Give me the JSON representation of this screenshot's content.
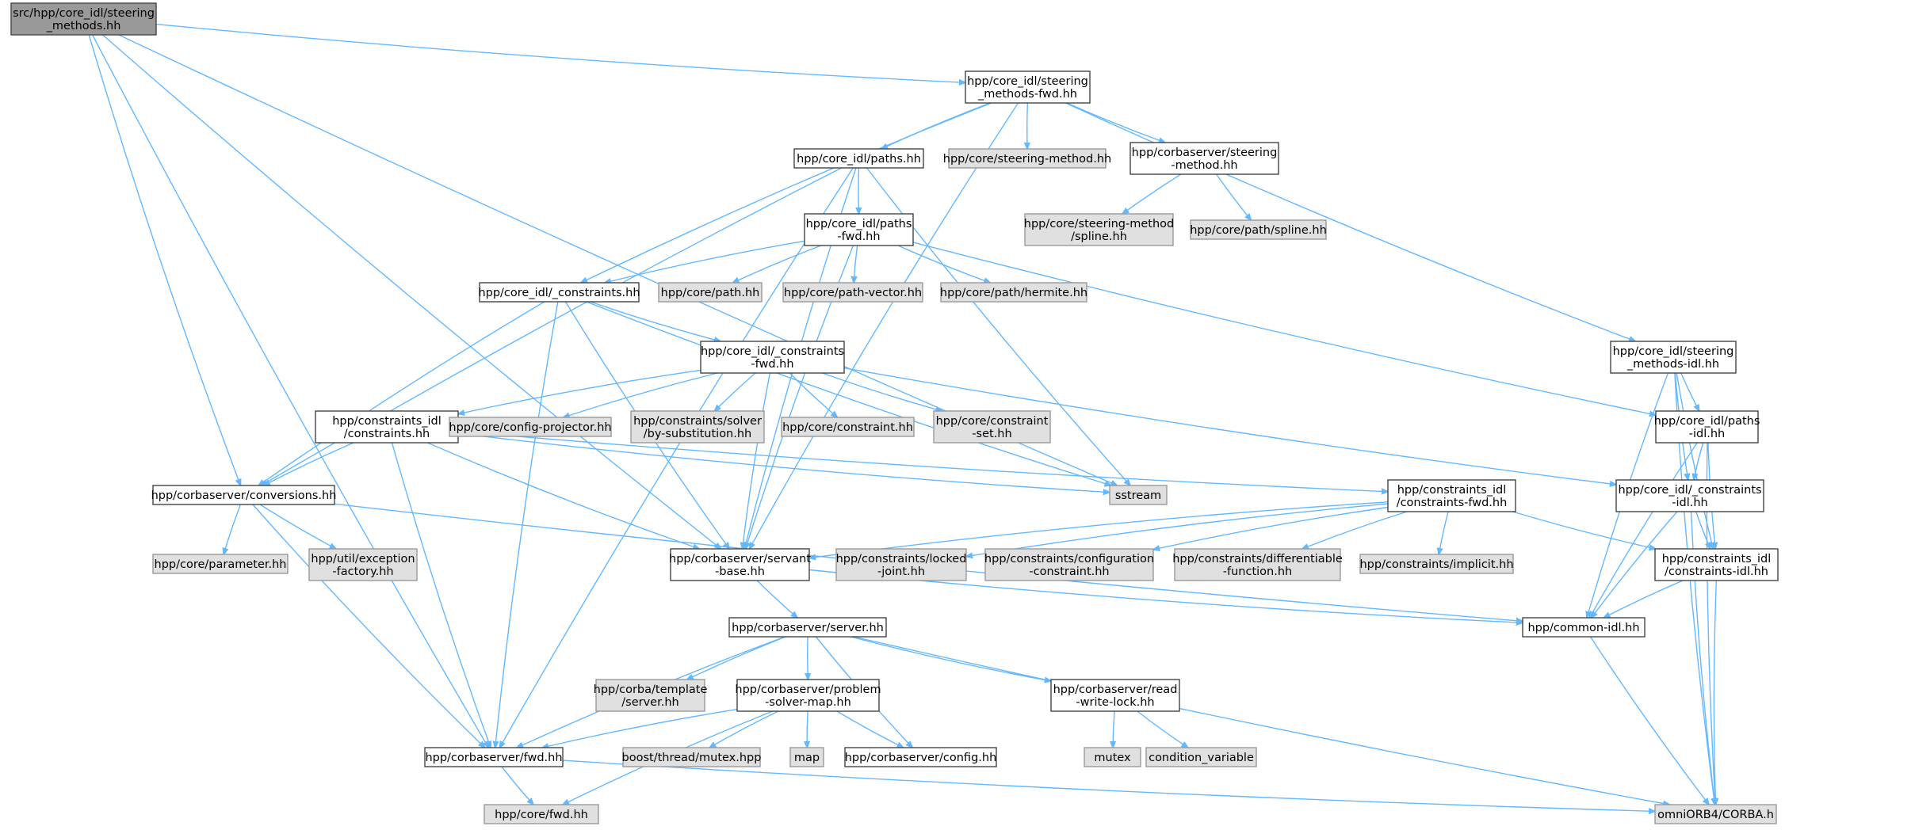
{
  "colors": {
    "edge": "#63b8ff",
    "box_white": "#ffffff",
    "box_gray": "#e0e0e0",
    "box_root": "#999999",
    "border_dark": "#444444",
    "border_gray": "#999999"
  },
  "nodes": [
    {
      "id": "root",
      "lines": [
        "src/hpp/core_idl/steering",
        "_methods.hh"
      ],
      "style": "root"
    },
    {
      "id": "smfwd",
      "lines": [
        "hpp/core_idl/steering",
        "_methods-fwd.hh"
      ],
      "style": "white"
    },
    {
      "id": "paths",
      "lines": [
        "hpp/core_idl/paths.hh"
      ],
      "style": "white"
    },
    {
      "id": "coresm",
      "lines": [
        "hpp/core/steering-method.hh"
      ],
      "style": "gray"
    },
    {
      "id": "corbasm",
      "lines": [
        "hpp/corbaserver/steering",
        "-method.hh"
      ],
      "style": "white"
    },
    {
      "id": "smspline",
      "lines": [
        "hpp/core/steering-method",
        "/spline.hh"
      ],
      "style": "gray"
    },
    {
      "id": "pathspline",
      "lines": [
        "hpp/core/path/spline.hh"
      ],
      "style": "gray"
    },
    {
      "id": "pathsfwd",
      "lines": [
        "hpp/core_idl/paths",
        "-fwd.hh"
      ],
      "style": "white"
    },
    {
      "id": "cons",
      "lines": [
        "hpp/core_idl/_constraints.hh"
      ],
      "style": "white"
    },
    {
      "id": "corepath",
      "lines": [
        "hpp/core/path.hh"
      ],
      "style": "gray"
    },
    {
      "id": "pathvector",
      "lines": [
        "hpp/core/path-vector.hh"
      ],
      "style": "gray"
    },
    {
      "id": "hermite",
      "lines": [
        "hpp/core/path/hermite.hh"
      ],
      "style": "gray"
    },
    {
      "id": "consfwd",
      "lines": [
        "hpp/core_idl/_constraints",
        "-fwd.hh"
      ],
      "style": "white"
    },
    {
      "id": "smidl",
      "lines": [
        "hpp/core_idl/steering",
        "_methods-idl.hh"
      ],
      "style": "white"
    },
    {
      "id": "cidlcons",
      "lines": [
        "hpp/constraints_idl",
        "/constraints.hh"
      ],
      "style": "white"
    },
    {
      "id": "cfgproj",
      "lines": [
        "hpp/core/config-projector.hh"
      ],
      "style": "gray"
    },
    {
      "id": "bysubst",
      "lines": [
        "hpp/constraints/solver",
        "/by-substitution.hh"
      ],
      "style": "gray"
    },
    {
      "id": "coreconstraint",
      "lines": [
        "hpp/core/constraint.hh"
      ],
      "style": "gray"
    },
    {
      "id": "consset",
      "lines": [
        "hpp/core/constraint",
        "-set.hh"
      ],
      "style": "gray"
    },
    {
      "id": "pathsidl",
      "lines": [
        "hpp/core_idl/paths",
        "-idl.hh"
      ],
      "style": "white"
    },
    {
      "id": "conversions",
      "lines": [
        "hpp/corbaserver/conversions.hh"
      ],
      "style": "white"
    },
    {
      "id": "sstream",
      "lines": [
        "sstream"
      ],
      "style": "gray"
    },
    {
      "id": "cidlconsfwd",
      "lines": [
        "hpp/constraints_idl",
        "/constraints-fwd.hh"
      ],
      "style": "white"
    },
    {
      "id": "considl",
      "lines": [
        "hpp/core_idl/_constraints",
        "-idl.hh"
      ],
      "style": "white"
    },
    {
      "id": "servant",
      "lines": [
        "hpp/corbaserver/servant",
        "-base.hh"
      ],
      "style": "white"
    },
    {
      "id": "parameter",
      "lines": [
        "hpp/core/parameter.hh"
      ],
      "style": "gray"
    },
    {
      "id": "excfactory",
      "lines": [
        "hpp/util/exception",
        "-factory.hh"
      ],
      "style": "gray"
    },
    {
      "id": "lockedjoint",
      "lines": [
        "hpp/constraints/locked",
        "-joint.hh"
      ],
      "style": "gray"
    },
    {
      "id": "confconstraint",
      "lines": [
        "hpp/constraints/configuration",
        "-constraint.hh"
      ],
      "style": "gray"
    },
    {
      "id": "difffunc",
      "lines": [
        "hpp/constraints/differentiable",
        "-function.hh"
      ],
      "style": "gray"
    },
    {
      "id": "implicit",
      "lines": [
        "hpp/constraints/implicit.hh"
      ],
      "style": "gray"
    },
    {
      "id": "cidlconsidl",
      "lines": [
        "hpp/constraints_idl",
        "/constraints-idl.hh"
      ],
      "style": "white"
    },
    {
      "id": "commonidl",
      "lines": [
        "hpp/common-idl.hh"
      ],
      "style": "white"
    },
    {
      "id": "server",
      "lines": [
        "hpp/corbaserver/server.hh"
      ],
      "style": "white"
    },
    {
      "id": "templateserver",
      "lines": [
        "hpp/corba/template",
        "/server.hh"
      ],
      "style": "gray"
    },
    {
      "id": "psmap",
      "lines": [
        "hpp/corbaserver/problem",
        "-solver-map.hh"
      ],
      "style": "white"
    },
    {
      "id": "rwlock",
      "lines": [
        "hpp/corbaserver/read",
        "-write-lock.hh"
      ],
      "style": "white"
    },
    {
      "id": "fwd",
      "lines": [
        "hpp/corbaserver/fwd.hh"
      ],
      "style": "white"
    },
    {
      "id": "boostmutex",
      "lines": [
        "boost/thread/mutex.hpp"
      ],
      "style": "gray"
    },
    {
      "id": "map",
      "lines": [
        "map"
      ],
      "style": "gray"
    },
    {
      "id": "config",
      "lines": [
        "hpp/corbaserver/config.hh"
      ],
      "style": "white"
    },
    {
      "id": "mutex",
      "lines": [
        "mutex"
      ],
      "style": "gray"
    },
    {
      "id": "condvar",
      "lines": [
        "condition_variable"
      ],
      "style": "gray"
    },
    {
      "id": "corefwd",
      "lines": [
        "hpp/core/fwd.hh"
      ],
      "style": "gray"
    },
    {
      "id": "corba",
      "lines": [
        "omniORB4/CORBA.h"
      ],
      "style": "gray"
    }
  ],
  "edges": [
    [
      "root",
      "smfwd"
    ],
    [
      "root",
      "sstream"
    ],
    [
      "root",
      "conversions"
    ],
    [
      "root",
      "servant"
    ],
    [
      "root",
      "fwd"
    ],
    [
      "smfwd",
      "paths"
    ],
    [
      "smfwd",
      "coresm"
    ],
    [
      "smfwd",
      "corbasm"
    ],
    [
      "smfwd",
      "cons"
    ],
    [
      "smfwd",
      "smidl"
    ],
    [
      "smfwd",
      "servant"
    ],
    [
      "corbasm",
      "smspline"
    ],
    [
      "corbasm",
      "pathspline"
    ],
    [
      "paths",
      "pathsfwd"
    ],
    [
      "paths",
      "conversions"
    ],
    [
      "paths",
      "fwd"
    ],
    [
      "paths",
      "sstream"
    ],
    [
      "paths",
      "servant"
    ],
    [
      "pathsfwd",
      "cons"
    ],
    [
      "pathsfwd",
      "corepath"
    ],
    [
      "pathsfwd",
      "pathvector"
    ],
    [
      "pathsfwd",
      "hermite"
    ],
    [
      "pathsfwd",
      "pathsidl"
    ],
    [
      "pathsfwd",
      "servant"
    ],
    [
      "cons",
      "consfwd"
    ],
    [
      "cons",
      "conversions"
    ],
    [
      "cons",
      "servant"
    ],
    [
      "cons",
      "fwd"
    ],
    [
      "cons",
      "sstream"
    ],
    [
      "consfwd",
      "cidlcons"
    ],
    [
      "consfwd",
      "cfgproj"
    ],
    [
      "consfwd",
      "bysubst"
    ],
    [
      "consfwd",
      "coreconstraint"
    ],
    [
      "consfwd",
      "consset"
    ],
    [
      "consfwd",
      "considl"
    ],
    [
      "consfwd",
      "servant"
    ],
    [
      "cidlcons",
      "conversions"
    ],
    [
      "cidlcons",
      "sstream"
    ],
    [
      "cidlcons",
      "cidlconsfwd"
    ],
    [
      "cidlcons",
      "servant"
    ],
    [
      "cidlcons",
      "fwd"
    ],
    [
      "conversions",
      "parameter"
    ],
    [
      "conversions",
      "excfactory"
    ],
    [
      "conversions",
      "fwd"
    ],
    [
      "conversions",
      "commonidl"
    ],
    [
      "cidlconsfwd",
      "servant"
    ],
    [
      "cidlconsfwd",
      "lockedjoint"
    ],
    [
      "cidlconsfwd",
      "confconstraint"
    ],
    [
      "cidlconsfwd",
      "difffunc"
    ],
    [
      "cidlconsfwd",
      "implicit"
    ],
    [
      "cidlconsfwd",
      "cidlconsidl"
    ],
    [
      "smidl",
      "pathsidl"
    ],
    [
      "smidl",
      "considl"
    ],
    [
      "smidl",
      "cidlconsidl"
    ],
    [
      "smidl",
      "commonidl"
    ],
    [
      "smidl",
      "corba"
    ],
    [
      "pathsidl",
      "considl"
    ],
    [
      "pathsidl",
      "cidlconsidl"
    ],
    [
      "pathsidl",
      "commonidl"
    ],
    [
      "pathsidl",
      "corba"
    ],
    [
      "considl",
      "cidlconsidl"
    ],
    [
      "considl",
      "commonidl"
    ],
    [
      "considl",
      "corba"
    ],
    [
      "cidlconsidl",
      "commonidl"
    ],
    [
      "cidlconsidl",
      "corba"
    ],
    [
      "commonidl",
      "corba"
    ],
    [
      "servant",
      "server"
    ],
    [
      "servant",
      "commonidl"
    ],
    [
      "server",
      "templateserver"
    ],
    [
      "server",
      "psmap"
    ],
    [
      "server",
      "rwlock"
    ],
    [
      "server",
      "fwd"
    ],
    [
      "server",
      "config"
    ],
    [
      "server",
      "corba"
    ],
    [
      "psmap",
      "fwd"
    ],
    [
      "psmap",
      "boostmutex"
    ],
    [
      "psmap",
      "map"
    ],
    [
      "psmap",
      "config"
    ],
    [
      "psmap",
      "corefwd"
    ],
    [
      "rwlock",
      "mutex"
    ],
    [
      "rwlock",
      "condvar"
    ],
    [
      "fwd",
      "corefwd"
    ],
    [
      "fwd",
      "corba"
    ]
  ]
}
